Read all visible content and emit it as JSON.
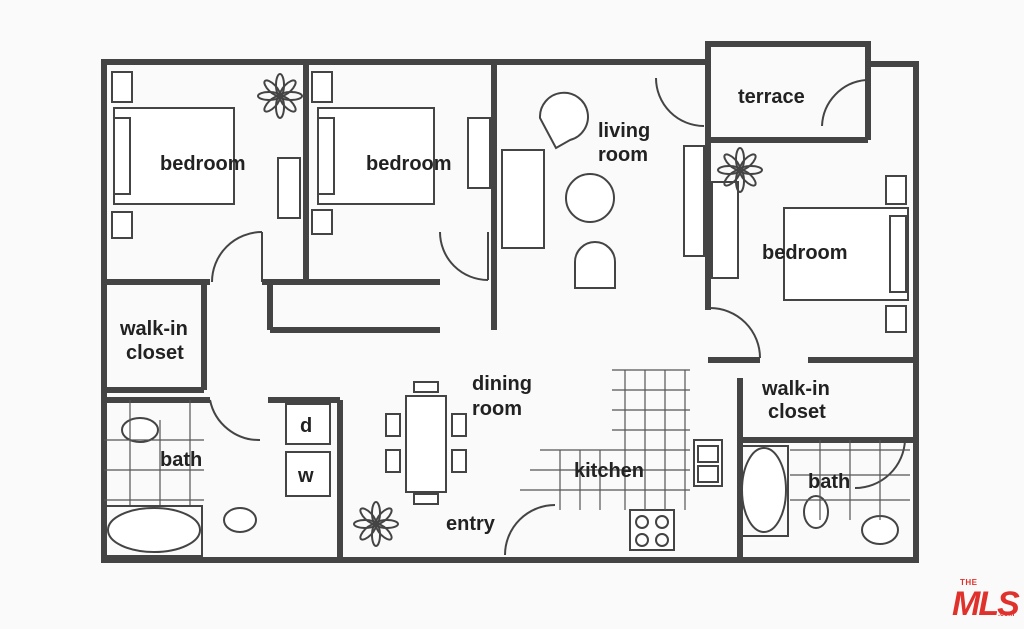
{
  "rooms": {
    "bedroom_1": "bedroom",
    "bedroom_2": "bedroom",
    "bedroom_3": "bedroom",
    "living_room_line1": "living",
    "living_room_line2": "room",
    "terrace": "terrace",
    "walk_in_closet_1_line1": "walk-in",
    "walk_in_closet_1_line2": "closet",
    "walk_in_closet_2_line1": "walk-in",
    "walk_in_closet_2_line2": "closet",
    "dining_room_line1": "dining",
    "dining_room_line2": "room",
    "bath_1": "bath",
    "bath_2": "bath",
    "kitchen": "kitchen",
    "entry": "entry",
    "dryer": "d",
    "washer": "w"
  },
  "logo": {
    "top": "THE",
    "main": "MLS",
    "suffix": ".com",
    "color": "#e0322d"
  }
}
